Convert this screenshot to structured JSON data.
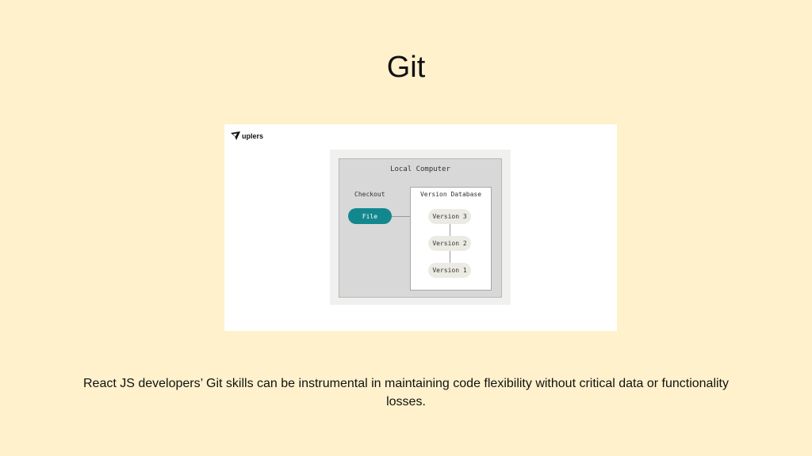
{
  "slide": {
    "title": "Git",
    "caption": "React JS developers’ Git skills can be instrumental in maintaining code flexibility without critical data or functionality losses."
  },
  "figure": {
    "logo_text": "uplers",
    "logo_icon": "uplers-logo-icon",
    "diagram": {
      "local_computer_label": "Local Computer",
      "checkout_label": "Checkout",
      "file_label": "File",
      "version_database_label": "Version Database",
      "versions": [
        "Version 3",
        "Version 2",
        "Version 1"
      ]
    }
  },
  "colors": {
    "background": "#fef1cb",
    "file_pill": "#12888e",
    "version_pill": "#ecebe3",
    "local_box": "#d8d8d8"
  }
}
